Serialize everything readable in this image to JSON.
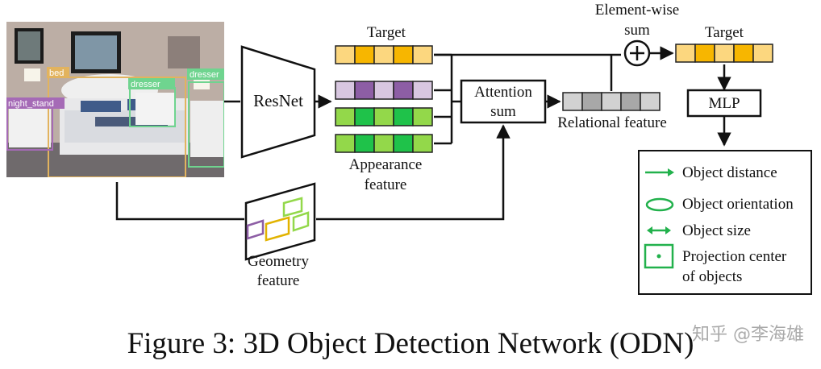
{
  "photo_labels": {
    "bed": "bed",
    "night_stand": "night_stand",
    "dresser_left": "dresser",
    "dresser_right": "dresser"
  },
  "nodes": {
    "resnet": "ResNet",
    "target_top": "Target",
    "appearance": [
      "Appearance",
      "feature"
    ],
    "attention": [
      "Attention",
      "sum"
    ],
    "relational": "Relational feature",
    "elementwise": [
      "Element-wise",
      "sum"
    ],
    "target_out": "Target",
    "mlp": "MLP",
    "geometry": [
      "Geometry",
      "feature"
    ],
    "plus": "+"
  },
  "legend": [
    {
      "icon": "arrow-right-icon",
      "label": "Object distance"
    },
    {
      "icon": "rotate-icon",
      "label": "Object orientation"
    },
    {
      "icon": "double-arrow-icon",
      "label": "Object size"
    },
    {
      "icon": "center-box-icon",
      "label": "Projection center",
      "label2": "of objects"
    }
  ],
  "caption": "Figure 3: 3D Object Detection Network (ODN)",
  "watermark": "知乎 @李海雄",
  "colors": {
    "target": [
      "#fcd77f",
      "#f7b600"
    ],
    "purple": [
      "#d8c7e0",
      "#8d5ea5"
    ],
    "green": [
      "#93d84a",
      "#1fc24a"
    ],
    "gray": [
      "#d2d2d2",
      "#a8a8a8"
    ],
    "legend_green": "#22b14c"
  }
}
